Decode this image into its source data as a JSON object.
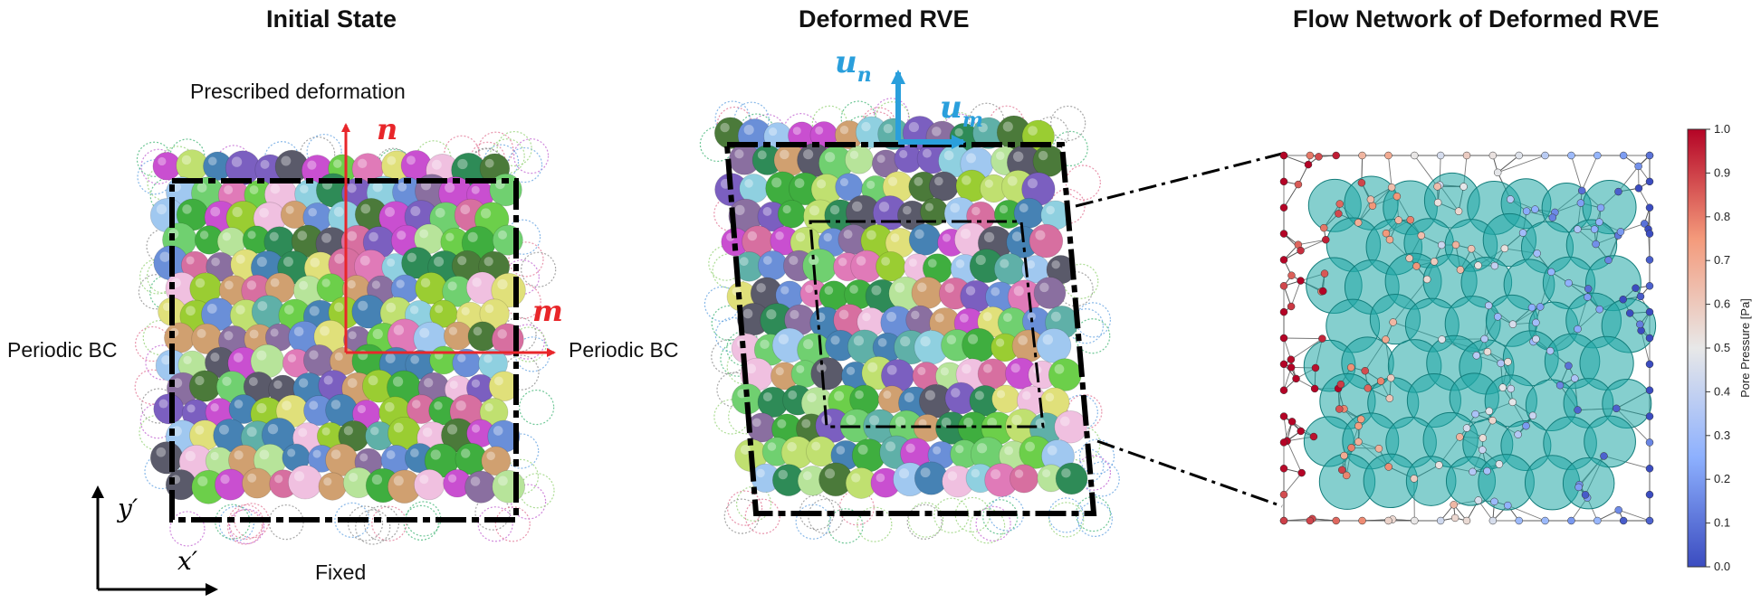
{
  "panels": {
    "initial": {
      "title": "Initial State",
      "top_label": "Prescribed deformation",
      "left_label": "Periodic BC",
      "right_label": "Periodic BC",
      "bottom_label": "Fixed",
      "axis_n": "n",
      "axis_m": "m",
      "axis_y": "y′",
      "axis_x": "x′"
    },
    "deformed": {
      "title": "Deformed RVE",
      "u_n": "u",
      "u_n_sub": "n",
      "u_m": "u",
      "u_m_sub": "m"
    },
    "network": {
      "title": "Flow Network of Deformed RVE",
      "colorbar_label": "Pore Pressure [Pa]",
      "colorbar_ticks": [
        "0.0",
        "0.1",
        "0.2",
        "0.3",
        "0.4",
        "0.5",
        "0.6",
        "0.7",
        "0.8",
        "0.9",
        "1.0"
      ],
      "colorbar_range": [
        0.0,
        1.0
      ]
    }
  },
  "colors": {
    "red_axis": "#e8262a",
    "blue_axis": "#2a9fdc",
    "sphere_fill": "#20a8a6",
    "frame": "#000000"
  }
}
